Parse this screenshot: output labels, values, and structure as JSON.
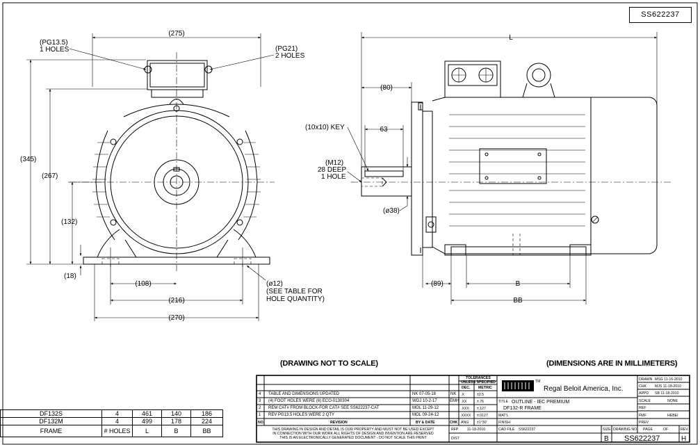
{
  "drawing_number": "SS622237",
  "notes": {
    "not_to_scale": "(DRAWING NOT TO SCALE)",
    "units": "(DIMENSIONS ARE IN MILLIMETERS)"
  },
  "front_view": {
    "callouts": {
      "pg135_line1": "(PG13.5)",
      "pg135_line2": "1 HOLES",
      "pg21_line1": "(PG21)",
      "pg21_line2": "2 HOLES",
      "hole_line1": "(ø12)",
      "hole_line2": "(SEE TABLE FOR",
      "hole_line3": "HOLE QUANTITY)"
    },
    "dims": {
      "width_top": "(275)",
      "height_total": "(345)",
      "height_267": "(267)",
      "shaft_height": "(132)",
      "foot_thk": "(18)",
      "half_span": "(108)",
      "foot_span": "(216)",
      "base_width": "(270)"
    }
  },
  "side_view": {
    "callouts": {
      "key": "(10x10) KEY",
      "tap_line1": "(M12)",
      "tap_line2": "28 DEEP",
      "tap_line3": "1 HOLE"
    },
    "dims": {
      "overall": "L",
      "shaft_len": "(80)",
      "key_len": "63",
      "shaft_dia": "(ø38)",
      "shoulder": "(89)",
      "foot_b": "B",
      "foot_bb": "BB"
    }
  },
  "frame_table": {
    "headers": [
      "FRAME",
      "# HOLES",
      "L",
      "B",
      "BB"
    ],
    "rows": [
      [
        "DF132S",
        "4",
        "461",
        "140",
        "186"
      ],
      [
        "DF132M",
        "4",
        "499",
        "178",
        "224"
      ]
    ]
  },
  "title_block": {
    "revisions": [
      {
        "no": "4",
        "desc": "TABLE AND DIMENSIONS UPDATED",
        "by": "NK  07-05-18",
        "chk": "NK"
      },
      {
        "no": "3",
        "desc": "(4) FOOT HOLES WERE (6)  ECO-0130304",
        "by": "WGJ  10-2-17",
        "chk": "EMH"
      },
      {
        "no": "2",
        "desc": "REM CAT# FROM BLOCK-FOR CAT# SEE SS622237-CAT",
        "by": "MOL  11-29-12",
        "chk": ""
      },
      {
        "no": "1",
        "desc": "REV PG13.5 HOLES WERE 2 QTY",
        "by": "MOL  09-24-12",
        "chk": ""
      }
    ],
    "rev_headers": {
      "no": "NO.",
      "desc": "REVISION",
      "by": "BY & DATE",
      "chk": "CHK"
    },
    "tolerances": {
      "title_line1": "TOLERANCES",
      "title_line2": "UNLESS SPECIFIED",
      "col_dec": "DEC.",
      "col_metric": "METRIC",
      "rows": [
        {
          "dec": ".X",
          "metric": "±2.5"
        },
        {
          "dec": ".XX",
          "metric": "±.76"
        },
        {
          "dec": ".XXX",
          "metric": "±.127"
        },
        {
          "dec": ".XXXX",
          "metric": "±.0127"
        },
        {
          "dec": "ANG",
          "metric": "±1°30'"
        }
      ]
    },
    "company": "Regal Beloit America, Inc.",
    "tm": "TM",
    "title_label": "TITLE",
    "title_line1": "OUTLINE - IEC PREMIUM",
    "title_line2": "DF132-R FRAME",
    "matl_label": "MAT'L",
    "finish_label": "FINISH",
    "rfp_label": "RFP",
    "rfp_value": "11-18-2010",
    "dist_label": "DIST",
    "cad_label": "CAD FILE",
    "cad_value": "SS622237",
    "disclaimer_line1": "THIS DRAWING IN DESIGN AND DETAIL IS OUR PROPERTY AND MUST NOT BE USED EXCEPT",
    "disclaimer_line2": "IN CONNECTION WITH OUR WORK ALL RIGHTS OF DESIGN AND INVENTION ARE RESERVED",
    "disclaimer_line3": "THIS IS AN ELECTRONICALLY GENERATED DOCUMENT - DO NOT SCALE THIS PRINT",
    "approvals": [
      {
        "label": "DRAWN",
        "value": "MSG  11-16-2010"
      },
      {
        "label": "CHK",
        "value": "MJS  11-18-2010"
      },
      {
        "label": "APPD",
        "value": "SB  11-18-2010"
      },
      {
        "label": "SCALE",
        "value": "NONE"
      },
      {
        "label": "REF",
        "value": ""
      },
      {
        "label": "FMF",
        "value": "HEBEI"
      },
      {
        "label": "PREV",
        "value": ""
      }
    ],
    "size_label": "SIZE",
    "size_value": "B",
    "drawing_no_label": "DRAWING NO.",
    "page_label": "PAGE",
    "of_label": "OF",
    "rev_label": "REV.",
    "rev_value": "H"
  }
}
